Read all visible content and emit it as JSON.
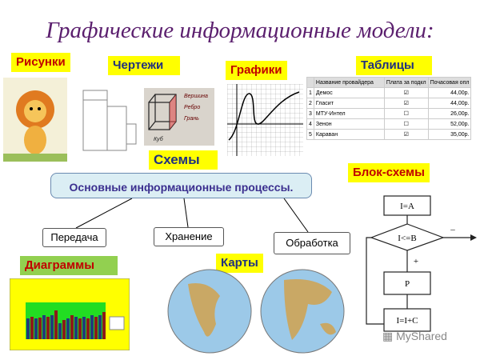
{
  "title": "Графические информационные модели:",
  "labels": {
    "drawings": "Рисунки",
    "blueprints": "Чертежи",
    "graphs": "Графики",
    "tables": "Таблицы",
    "schemes": "Схемы",
    "flowcharts": "Блок-схемы",
    "diagrams": "Диаграммы",
    "maps": "Карты"
  },
  "processes": {
    "main": "Основные информационные процессы.",
    "transfer": "Передача",
    "storage": "Хранение",
    "processing": "Обработка"
  },
  "cube": {
    "vertex": "Вершина",
    "edge": "Ребро",
    "face": "Грань",
    "name": "Куб"
  },
  "table": {
    "headers": [
      "",
      "Название провайдера",
      "Плата за подкл",
      "Почасовая опл"
    ],
    "rows": [
      [
        "1",
        "Демос",
        "☑",
        "44,00р."
      ],
      [
        "2",
        "Гласит",
        "☑",
        "44,00р."
      ],
      [
        "3",
        "МТУ-Интел",
        "☐",
        "26,00р."
      ],
      [
        "4",
        "Зенон",
        "☐",
        "52,00р."
      ],
      [
        "5",
        "Караван",
        "☑",
        "35,00р."
      ]
    ]
  },
  "flowchart": {
    "init": "I=A",
    "cond": "I<=B",
    "no": "–",
    "yes": "+",
    "body": "P",
    "step": "I=I+C"
  },
  "watermark": "MyShared",
  "colors": {
    "label_bg": "#ffff00",
    "diagram_label_bg": "#92d050",
    "title": "#5b1f6e",
    "oval": "#dbeef4"
  }
}
